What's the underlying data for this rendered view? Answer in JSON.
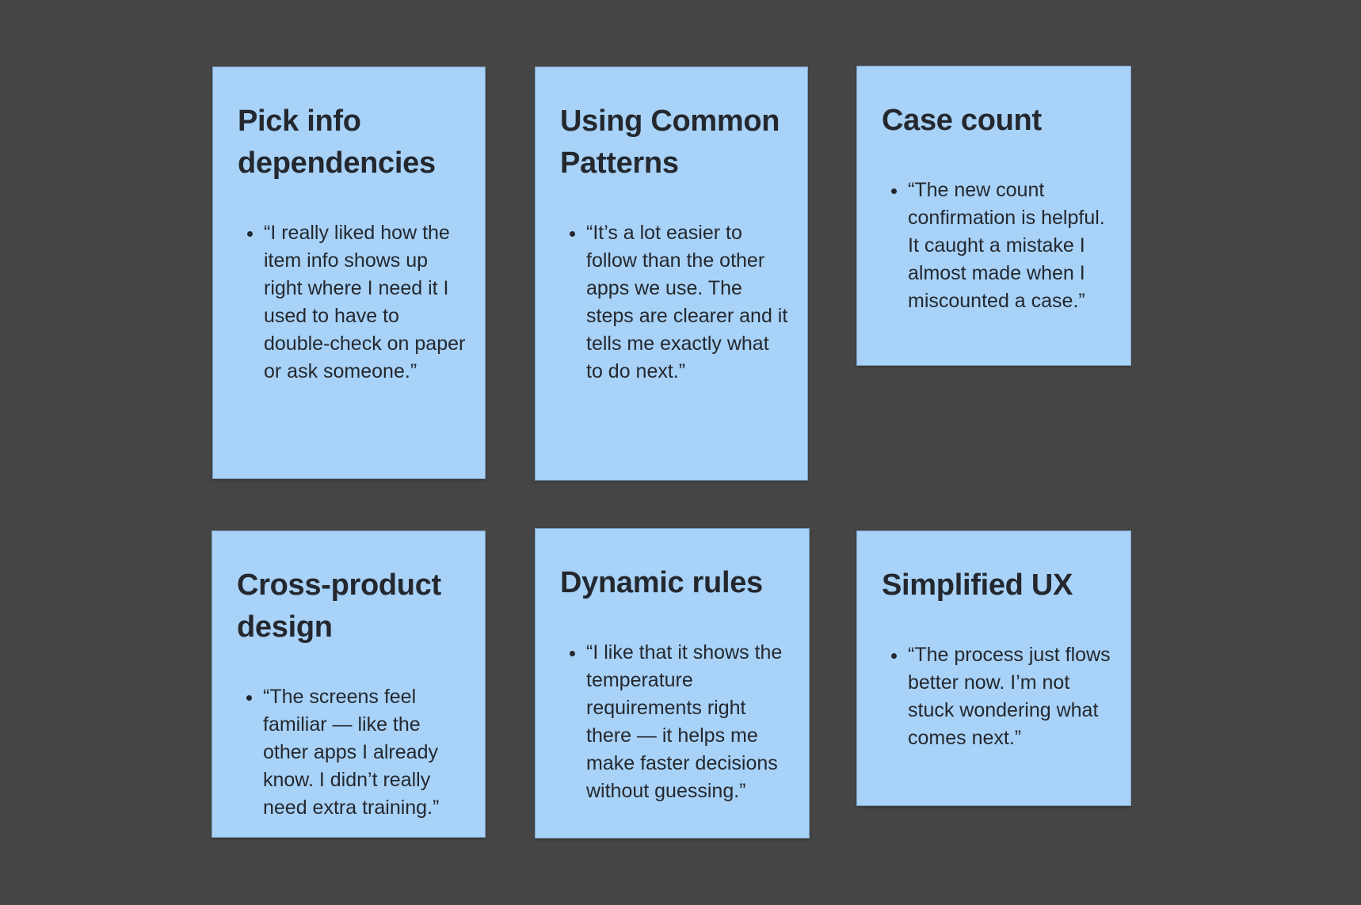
{
  "canvas": {
    "background_color": "#454545",
    "card_color": "#A8D2F8",
    "card_border_color": "#7F9CBA",
    "text_color": "#24282E"
  },
  "cards": [
    {
      "id": "pick-info-dependencies",
      "title": "Pick info dependencies",
      "quote": "“I really liked how the item info shows up right where I need it I used to have to double-check on paper or ask someone.”"
    },
    {
      "id": "using-common-patterns",
      "title": "Using Common Patterns",
      "quote": "“It’s a lot easier to follow than the other apps we use. The steps are clearer and it tells me exactly what to do next.”"
    },
    {
      "id": "case-count",
      "title": "Case count",
      "quote": "“The new count confirmation is helpful. It caught a mistake I almost made when I miscounted a case.”"
    },
    {
      "id": "cross-product-design",
      "title": "Cross-product design",
      "quote": "“The screens feel familiar — like the other apps I already know. I didn’t really need extra training.”"
    },
    {
      "id": "dynamic-rules",
      "title": "Dynamic rules",
      "quote": "“I like that it shows the temperature requirements right there — it helps me make faster decisions without guessing.”"
    },
    {
      "id": "simplified-ux",
      "title": "Simplified UX",
      "quote": "“The process just flows better now. I’m not stuck wondering what comes next.”"
    }
  ]
}
